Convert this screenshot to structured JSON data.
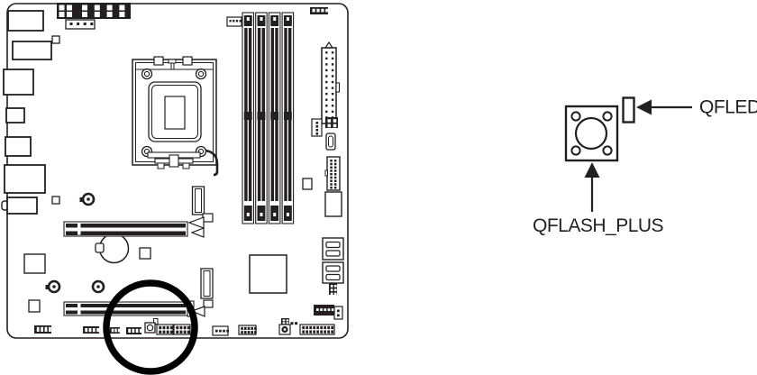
{
  "figure": {
    "type": "motherboard-component-location-diagram",
    "detail_callout": {
      "qfled_label": "QFLED",
      "qflash_plus_label": "QFLASH_PLUS"
    },
    "colors": {
      "line": "#231f20",
      "highlight_circle": "#000000",
      "background": "#ffffff"
    }
  }
}
